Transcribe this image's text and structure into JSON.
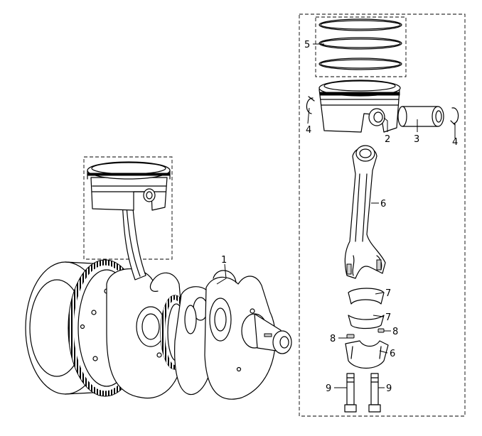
{
  "callouts": {
    "crankshaft": "1",
    "piston": "2",
    "piston_pin": "3",
    "circlip_left": "4",
    "circlip_right": "4",
    "piston_rings": "5",
    "connecting_rod": "6",
    "rod_cap": "6",
    "bearing_upper": "7",
    "bearing_lower": "7",
    "dowel_left": "8",
    "dowel_right": "8",
    "bolt_left": "9",
    "bolt_right": "9"
  }
}
